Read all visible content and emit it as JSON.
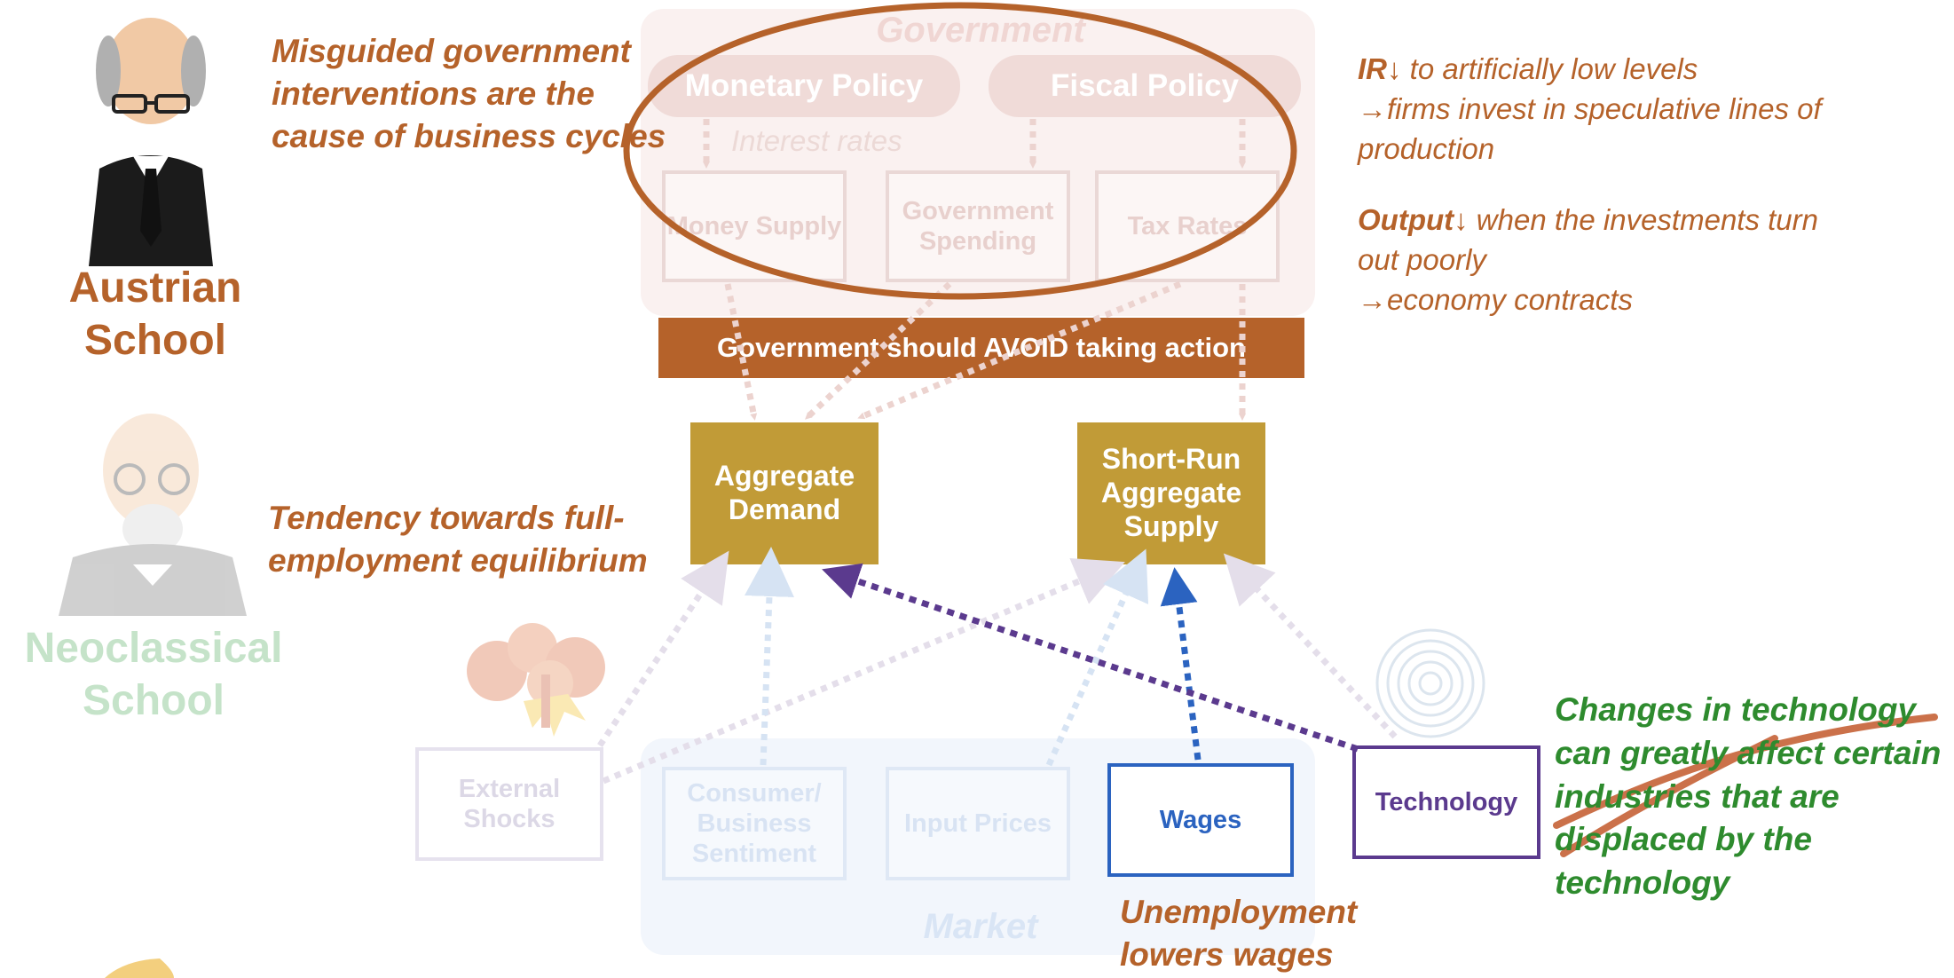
{
  "government": {
    "title": "Government",
    "monetary_policy": "Monetary Policy",
    "fiscal_policy": "Fiscal Policy",
    "interest_rates": "Interest rates",
    "money_supply": "Money Supply",
    "government_spending": "Government Spending",
    "tax_rates": "Tax Rates"
  },
  "banner": "Government should AVOID taking action",
  "aggregates": {
    "aggregate_demand": "Aggregate Demand",
    "short_run_aggregate_supply": "Short-Run Aggregate Supply"
  },
  "market": {
    "title": "Market",
    "external_shocks": "External Shocks",
    "consumer_sentiment": "Consumer/ Business Sentiment",
    "input_prices": "Input Prices",
    "wages": "Wages",
    "technology": "Technology"
  },
  "schools": {
    "austrian": "Austrian School",
    "neoclassical": "Neoclassical School"
  },
  "notes": {
    "misguided": "Misguided government interventions are the cause of business cycles",
    "tendency": "Tendency towards full-employment equilibrium",
    "unemployment": "Unemployment lowers wages",
    "technology_change": "Changes in technology can greatly affect certain industries that are displaced by the technology",
    "ir_label": "IR↓",
    "ir_text": " to artificially low levels",
    "ir_line2": "→firms invest in speculative lines of production",
    "output_label": "Output↓",
    "output_text": " when the investments turn out poorly",
    "output_line2": "→economy contracts"
  },
  "colors": {
    "accent_orange": "#b5622a",
    "gold": "#c19b37",
    "wages_blue": "#2b63c0",
    "technology_purple": "#5b3a8e",
    "technology_note_green": "#2e8b2e",
    "neoclassical_green": "#c5e3c9"
  }
}
